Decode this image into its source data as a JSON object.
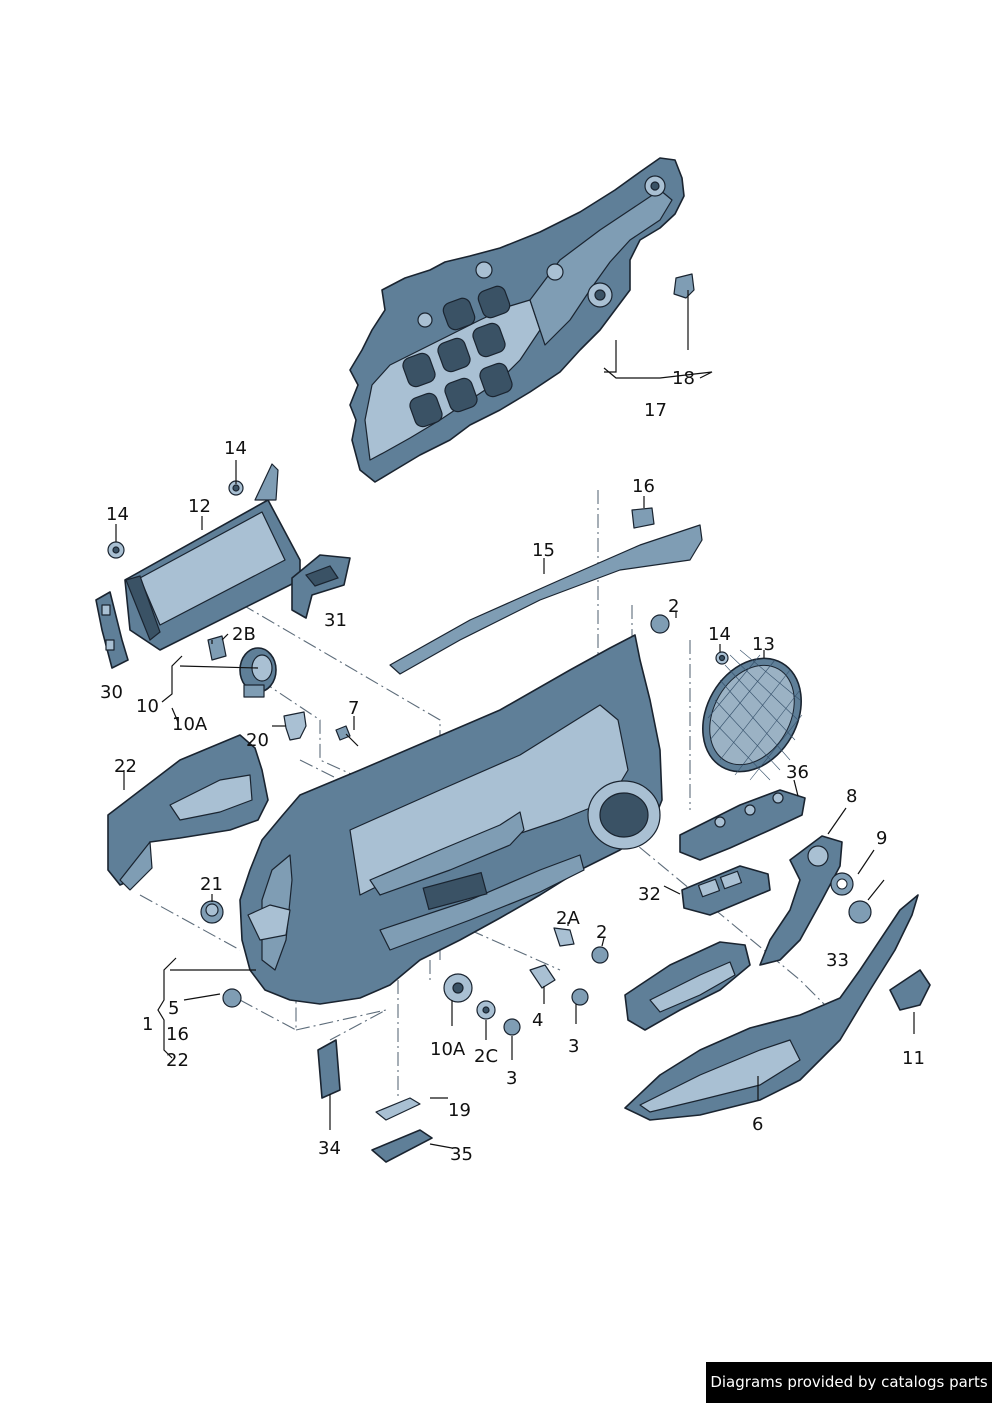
{
  "diagram": {
    "labels": {
      "l1": "1",
      "l2a": "2",
      "l2b": "2",
      "l2A": "2A",
      "l2B": "2B",
      "l2C": "2C",
      "l3a": "3",
      "l3b": "3",
      "l4": "4",
      "l5": "5",
      "l6": "6",
      "l7": "7",
      "l8": "8",
      "l9": "9",
      "l10": "10",
      "l10Aa": "10A",
      "l10Ab": "10A",
      "l11": "11",
      "l12": "12",
      "l13": "13",
      "l14a": "14",
      "l14b": "14",
      "l14c": "14",
      "l15": "15",
      "l16a": "16",
      "l16b": "16",
      "l17": "17",
      "l18": "18",
      "l19": "19",
      "l20": "20",
      "l21": "21",
      "l22a": "22",
      "l22b": "22",
      "l30": "30",
      "l31": "31",
      "l32": "32",
      "l33": "33",
      "l34": "34",
      "l35": "35",
      "l36": "36"
    }
  },
  "footer": {
    "credit": "Diagrams provided by catalogs parts"
  }
}
